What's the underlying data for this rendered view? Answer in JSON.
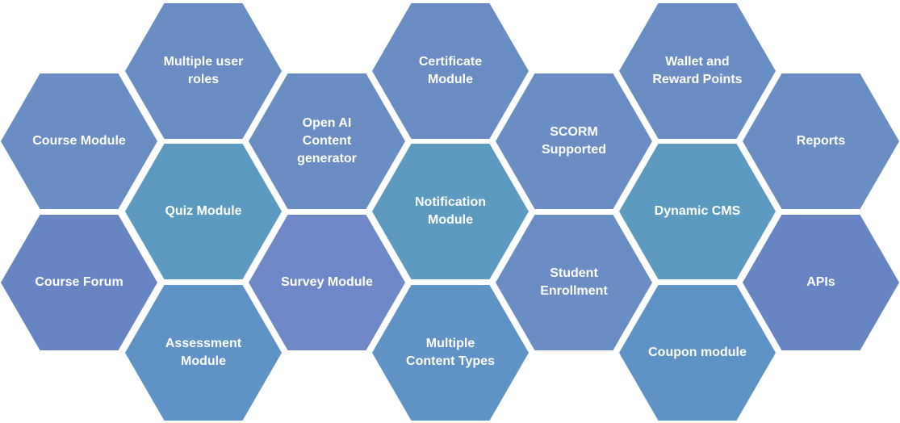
{
  "modules": [
    {
      "id": "course-module",
      "label": "Course Module"
    },
    {
      "id": "multiple-user-roles",
      "label": "Multiple user\nroles"
    },
    {
      "id": "quiz-module",
      "label": "Quiz Module"
    },
    {
      "id": "course-forum",
      "label": "Course Forum"
    },
    {
      "id": "assessment-module",
      "label": "Assessment\nModule"
    },
    {
      "id": "open-ai-content-generator",
      "label": "Open AI\nContent generator"
    },
    {
      "id": "survey-module",
      "label": "Survey Module"
    },
    {
      "id": "certificate-module",
      "label": "Certificate\nModule"
    },
    {
      "id": "notification-module",
      "label": "Notification\nModule"
    },
    {
      "id": "multiple-content-types",
      "label": "Multiple\nContent Types"
    },
    {
      "id": "scorm-supported",
      "label": "SCORM\nSupported"
    },
    {
      "id": "student-enrollment",
      "label": "Student\nEnrollment"
    },
    {
      "id": "wallet-and-reward-points",
      "label": "Wallet and\nReward Points"
    },
    {
      "id": "dynamic-cms",
      "label": "Dynamic CMS"
    },
    {
      "id": "coupon-module",
      "label": "Coupon module"
    },
    {
      "id": "reports",
      "label": "Reports"
    },
    {
      "id": "apis",
      "label": "APIs"
    }
  ]
}
